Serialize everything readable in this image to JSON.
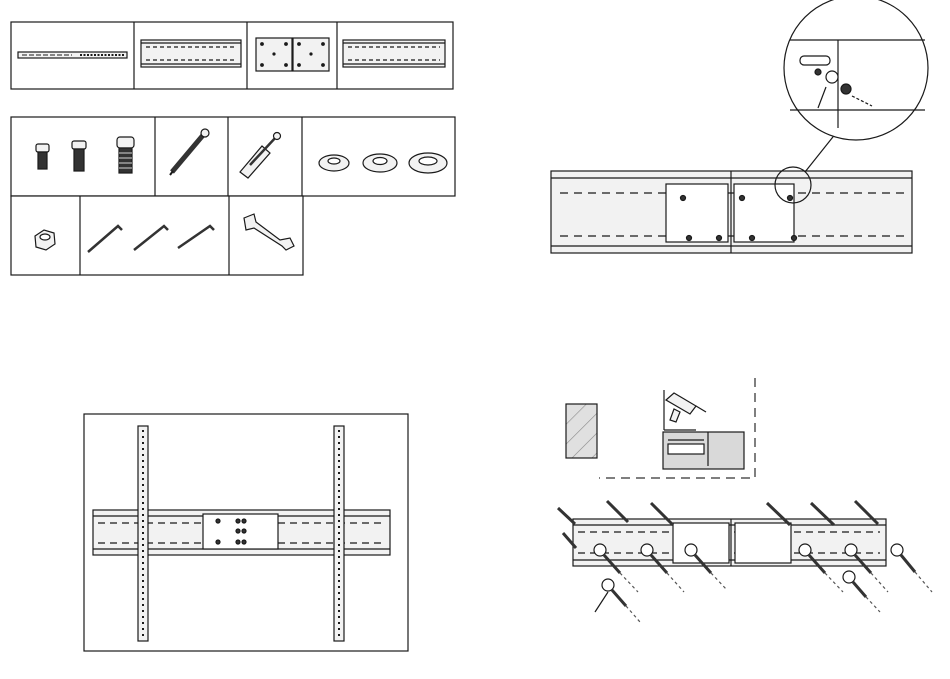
{
  "manual": {
    "colors": {
      "line": "#1a1a1a",
      "metal_fill": "#f2f2f2",
      "hardware_dark": "#333333",
      "wall_fill": "#d9d9d9",
      "dash": "#555555"
    },
    "parts_panel": {
      "rails": [
        "long-slotted-bar-icon",
        "wall-plate-icon",
        "center-connector-plate-icon",
        "wall-plate-icon"
      ],
      "hardware_row": [
        "bolts-icon",
        "wood-screw-icon",
        "wall-anchor-icon",
        "washers-icon"
      ],
      "tools_row": [
        "hex-nut-icon",
        "allen-keys-icon",
        "wrench-icon"
      ]
    },
    "step_views": [
      "plate-assembly-detail",
      "arms-on-plate",
      "wall-drilling",
      "wall-mounting"
    ]
  }
}
